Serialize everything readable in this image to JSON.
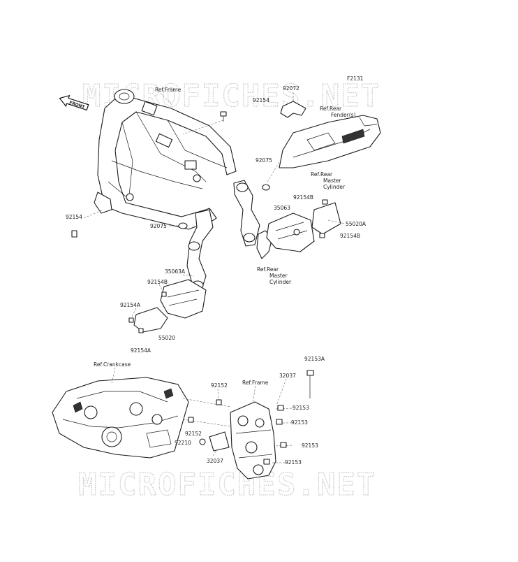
{
  "figure_code": "F2131",
  "watermark": "MICROFICHES.NET",
  "front_arrow": "FRONT",
  "labels": {
    "ref_frame_top": "Ref.Frame",
    "p92154_top": "92154",
    "p92072": "92072",
    "ref_rear_fender_1": "Ref.Rear",
    "ref_rear_fender_2": "Fender(s)",
    "p92075_right": "92075",
    "ref_rmc_top_1": "Ref.Rear",
    "ref_rmc_top_2": "Master",
    "ref_rmc_top_3": "Cylinder",
    "p92154B_top": "92154B",
    "p35063": "35063",
    "p55020A": "55020A",
    "p92154B_right": "92154B",
    "p92154_left": "92154",
    "p92075_left": "92075",
    "ref_rmc_bot_1": "Ref.Rear",
    "ref_rmc_bot_2": "Master",
    "ref_rmc_bot_3": "Cylinder",
    "p35063A": "35063A",
    "p92154B_left": "92154B",
    "p92154A_1": "92154A",
    "p55020": "55020",
    "p92154A_2": "92154A",
    "ref_crankcase": "Ref.Crankcase",
    "p92153A": "92153A",
    "p32037_top": "32037",
    "ref_frame_bot": "Ref.Frame",
    "p92152_top": "92152",
    "p92153_1": "92153",
    "p92153_2": "92153",
    "p92152_bot": "92152",
    "p92210": "92210",
    "p92153_3": "92153",
    "p32037_bot": "32037",
    "p92153_4": "92153"
  }
}
